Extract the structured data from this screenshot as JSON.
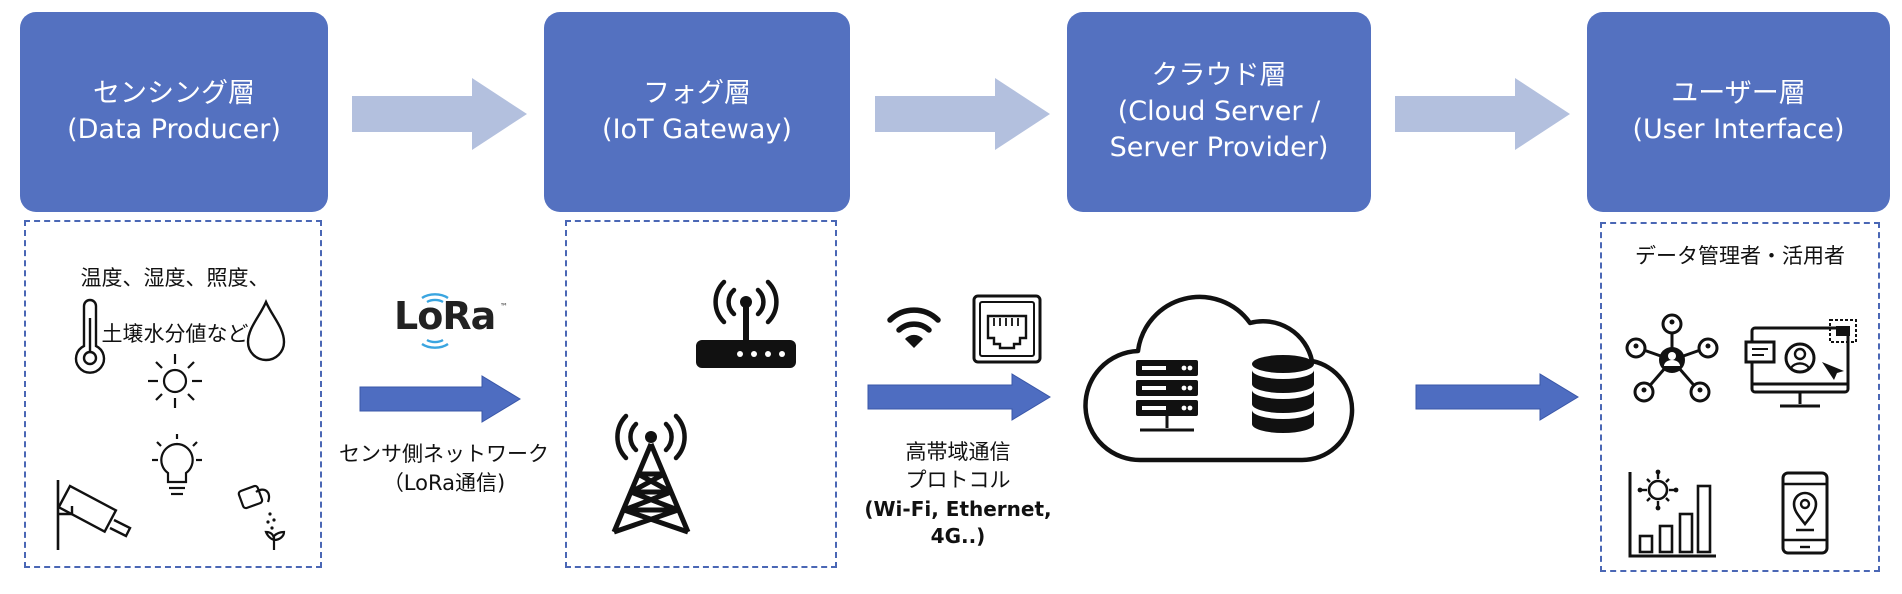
{
  "layers": [
    {
      "title": "センシング層",
      "subtitle": "(Data Producer)"
    },
    {
      "title": "フォグ層",
      "subtitle": "(IoT Gateway)"
    },
    {
      "title": "クラウド層",
      "subtitle": "(Cloud Server /\nServer Provider)"
    },
    {
      "title": "ユーザー層",
      "subtitle": "(User Interface)"
    }
  ],
  "sensing": {
    "caption_line1": "温度、湿度、照度、",
    "caption_line2": "土壌水分値など"
  },
  "lora": {
    "logo_text": "LoRa",
    "trademark": "™",
    "label": "センサ側ネットワーク\n（LoRa通信)"
  },
  "cloud_link": {
    "label": "高帯域通信\nプロトコル",
    "protocols": "(Wi-Fi, Ethernet, 4G..)"
  },
  "user": {
    "caption": "データ管理者・活用者"
  },
  "colors": {
    "layer_fill": "#5471C0",
    "light_arrow": "#B3C0DE",
    "dark_arrow": "#4E6DC1",
    "dash_border": "#4A67B5"
  },
  "icons": {
    "sensing": [
      "thermometer-icon",
      "water-drop-icon",
      "sun-icon",
      "light-bulb-icon",
      "security-camera-icon",
      "watering-can-icon"
    ],
    "fog": [
      "wifi-router-icon",
      "cell-tower-icon"
    ],
    "network": [
      "wifi-icon",
      "ethernet-port-icon"
    ],
    "cloud": [
      "cloud-icon",
      "server-rack-icon",
      "database-icon"
    ],
    "user": [
      "network-hub-icon",
      "monitor-profile-icon",
      "analytics-chart-icon",
      "smartphone-location-icon"
    ]
  }
}
